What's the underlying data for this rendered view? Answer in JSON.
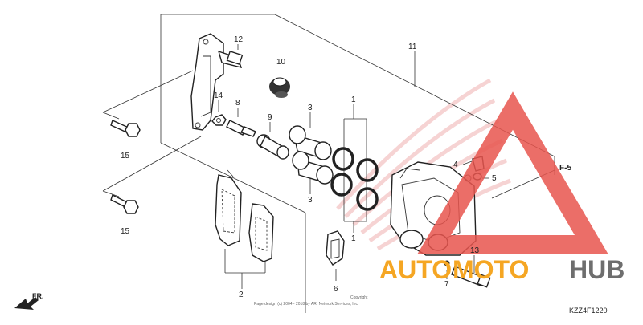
{
  "diagram": {
    "callouts": {
      "c1_top": "1",
      "c1_bottom": "1",
      "c2": "2",
      "c3_top": "3",
      "c3_bottom": "3",
      "c4": "4",
      "c5": "5",
      "c6": "6",
      "c7": "7",
      "c8": "8",
      "c9": "9",
      "c10": "10",
      "c11": "11",
      "c12": "12",
      "c13": "13",
      "c14": "14",
      "c15_top": "15",
      "c15_bottom": "15"
    },
    "ref_label": "F-5",
    "front_label": "FR.",
    "diagram_code": "KZZ4F1220",
    "copyright_line1": "Copyright",
    "copyright_line2": "Page design (c) 2004 - 2018 by ARI Network Services, Inc."
  },
  "watermark": {
    "word_auto": "AUTO",
    "word_moto": "MOTO",
    "word_hub": "HUB",
    "color_orange": "#f5a623",
    "color_gray": "#6e6e6e",
    "color_red": "#e8554e"
  }
}
